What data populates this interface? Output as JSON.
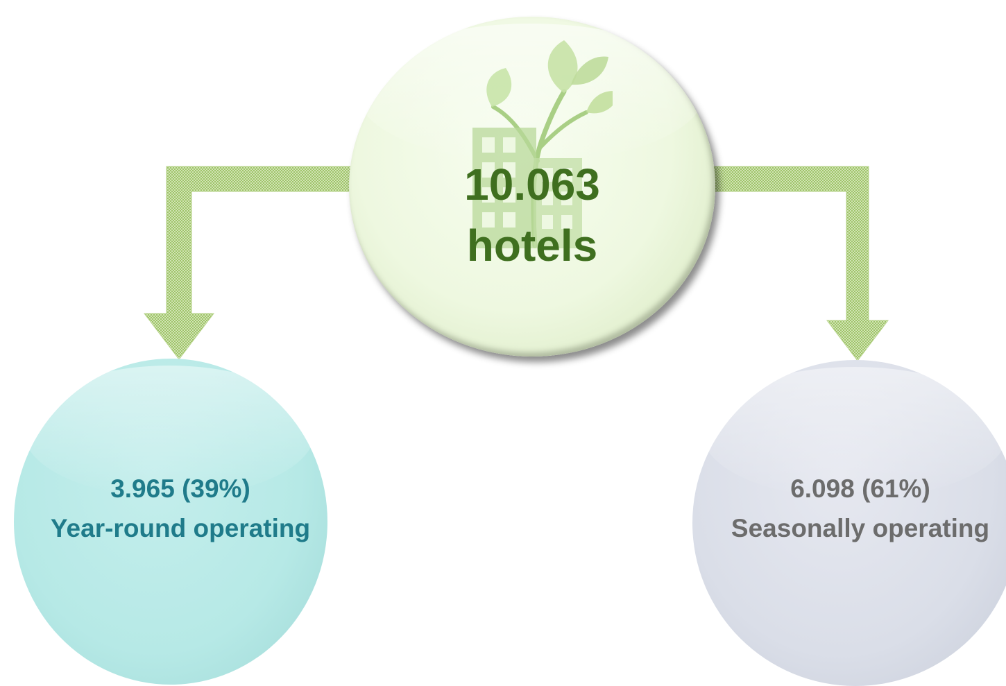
{
  "diagram": {
    "total": {
      "count": "10.063",
      "unit": "hotels",
      "icon": "green-hotel-icon"
    },
    "branches": [
      {
        "value": "3.965 (39%)",
        "label": "Year-round operating",
        "color": "#1f7b8a"
      },
      {
        "value": "6.098 (61%)",
        "label": "Seasonally operating",
        "color": "#6c6c6c"
      }
    ],
    "colors": {
      "top_text": "#3f6f1f",
      "top_fill": "#eef8e0",
      "left_fill": "#b6e9e6",
      "right_fill": "#dadee8",
      "arrow": "#a7c96e"
    }
  }
}
